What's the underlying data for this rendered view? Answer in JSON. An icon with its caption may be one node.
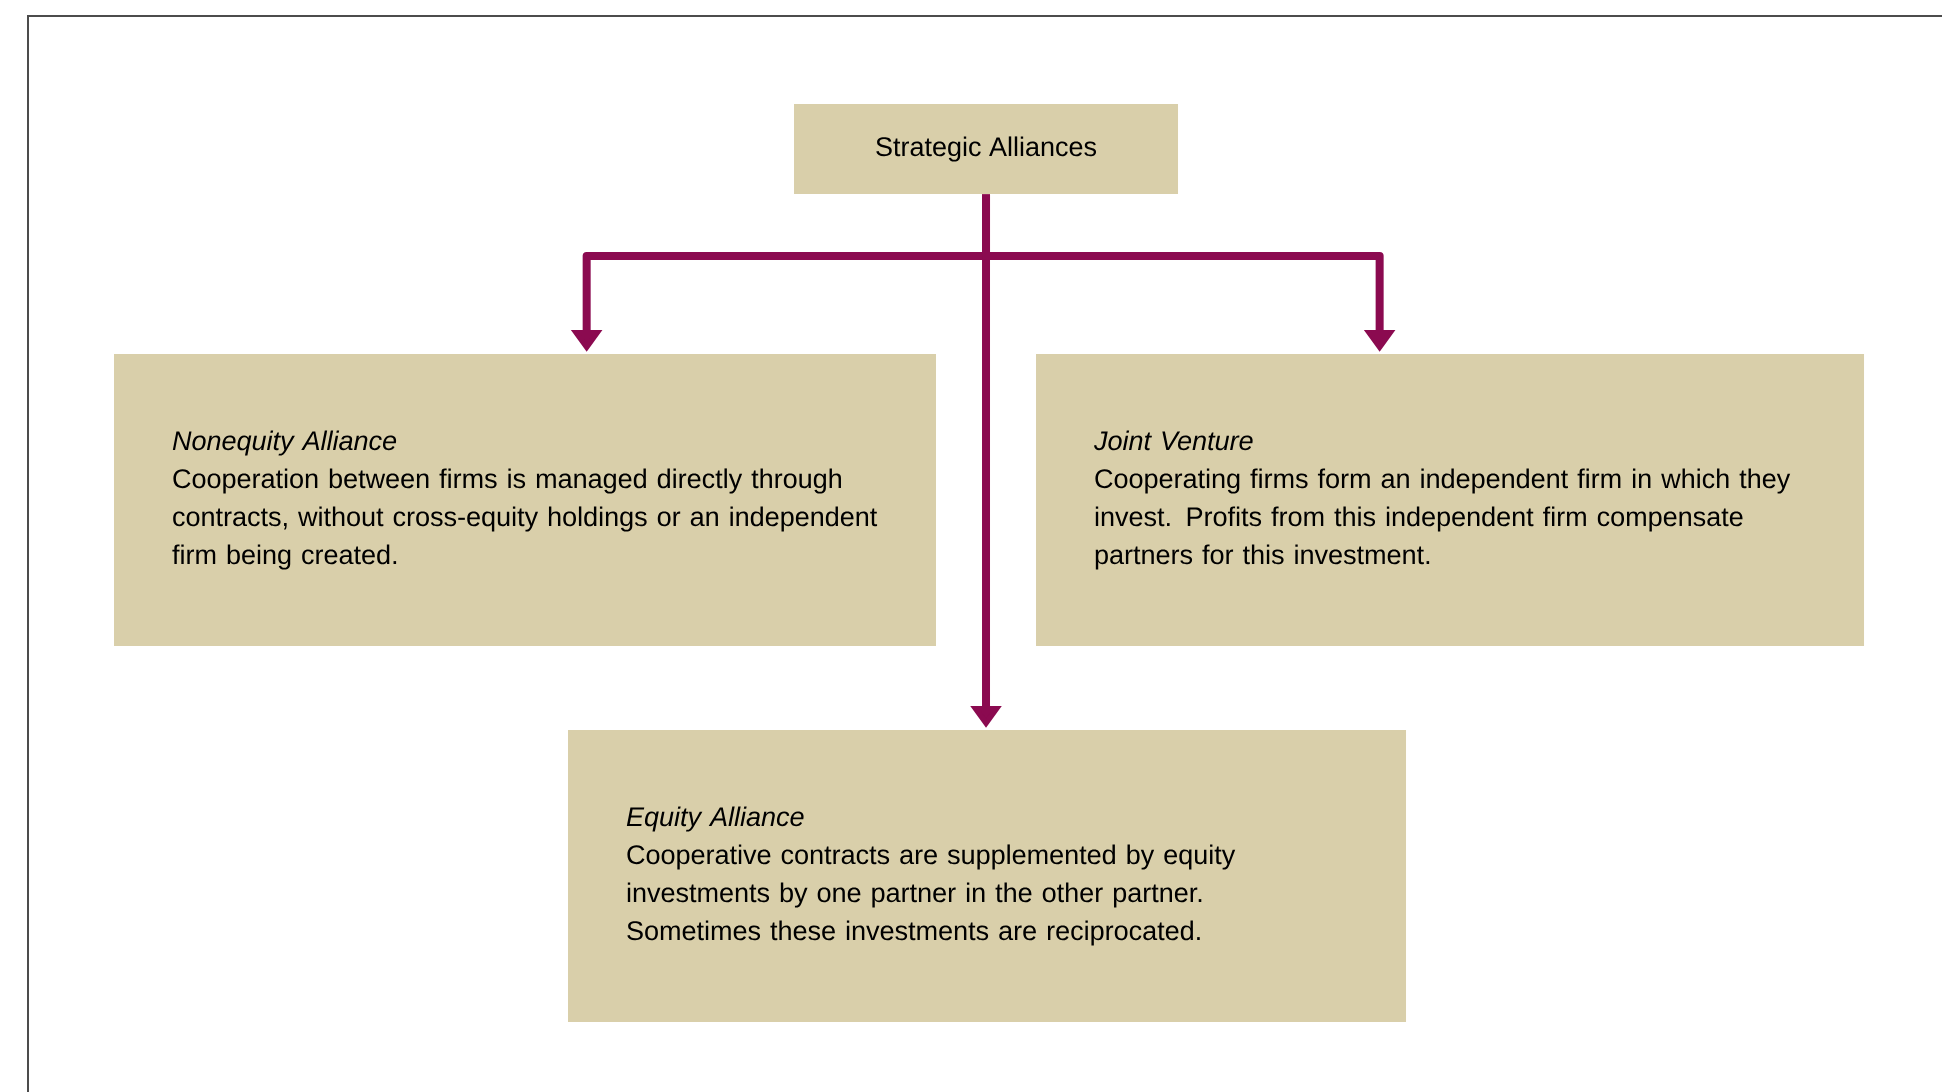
{
  "diagram": {
    "nodes": [
      {
        "text": [
          "Strategic Alliances"
        ]
      },
      {
        "text": [
          "Nonequity Alliance",
          "Cooperation between firms is managed directly through contracts, without cross-equity holdings or an independent firm being created."
        ]
      },
      {
        "text": [
          "Joint Venture",
          "Cooperating firms form an independent firm in which they invest. Profits from this independent firm compensate partners for this investment."
        ]
      },
      {
        "text": [
          "Equity Alliance",
          "Cooperative contracts are supplemented by equity investments by one partner in the other partner. Sometimes these investments are reciprocated."
        ]
      }
    ],
    "edges": [
      {
        "from": 0,
        "to": 1,
        "arrow": "to"
      },
      {
        "from": 0,
        "to": 3,
        "arrow": "to"
      },
      {
        "from": 0,
        "to": 2,
        "arrow": "to"
      }
    ]
  }
}
